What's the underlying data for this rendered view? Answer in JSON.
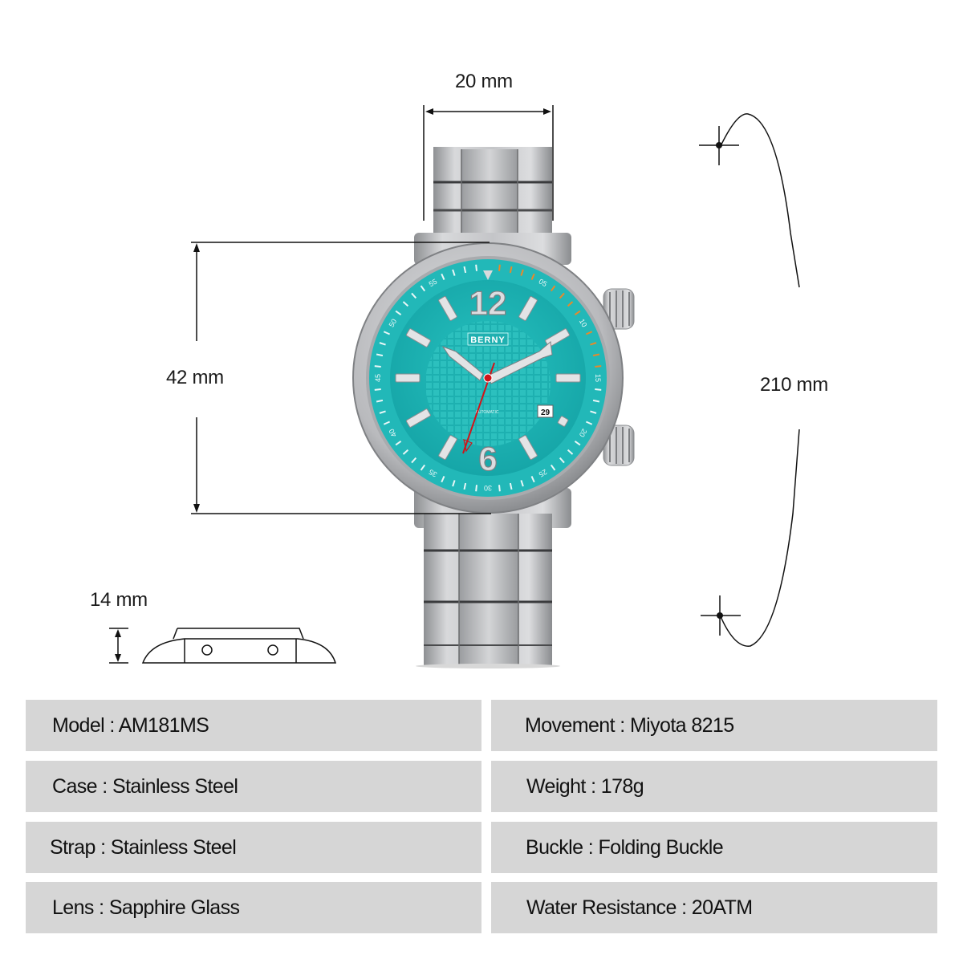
{
  "product": {
    "brand": "BERNY",
    "dial_text": "AUTOMATIC",
    "date_window": "29",
    "dial_color": "#1fb3b3",
    "bezel_color": "#22b8b8",
    "bezel_accent_color": "#e8892a",
    "second_hand_color": "#d0141a",
    "bezel_numbers": [
      "05",
      "10",
      "15",
      "20",
      "25",
      "30",
      "35",
      "40",
      "45",
      "50",
      "55"
    ]
  },
  "dimensions": {
    "lug_width": "20 mm",
    "case_diameter": "42 mm",
    "strap_length": "210 mm",
    "thickness": "14 mm"
  },
  "specs": {
    "left": [
      {
        "label": "Model",
        "value": "AM181MS"
      },
      {
        "label": "Case",
        "value": "Stainless Steel"
      },
      {
        "label": "Strap",
        "value": "Stainless Steel"
      },
      {
        "label": "Lens",
        "value": "Sapphire Glass"
      }
    ],
    "right": [
      {
        "label": "Movement",
        "value": "Miyota 8215"
      },
      {
        "label": "Weight",
        "value": "178g"
      },
      {
        "label": "Buckle",
        "value": "Folding Buckle"
      },
      {
        "label": "Water Resistance",
        "value": "20ATM"
      }
    ]
  },
  "display": {
    "spec_left_0": "Model : AM181MS",
    "spec_left_1": "Case : Stainless Steel",
    "spec_left_2": "Strap : Stainless Steel",
    "spec_left_3": "Lens : Sapphire Glass",
    "spec_right_0": "Movement : Miyota 8215",
    "spec_right_1": "Weight : 178g",
    "spec_right_2": "Buckle : Folding Buckle",
    "spec_right_3": "Water Resistance : 20ATM"
  }
}
